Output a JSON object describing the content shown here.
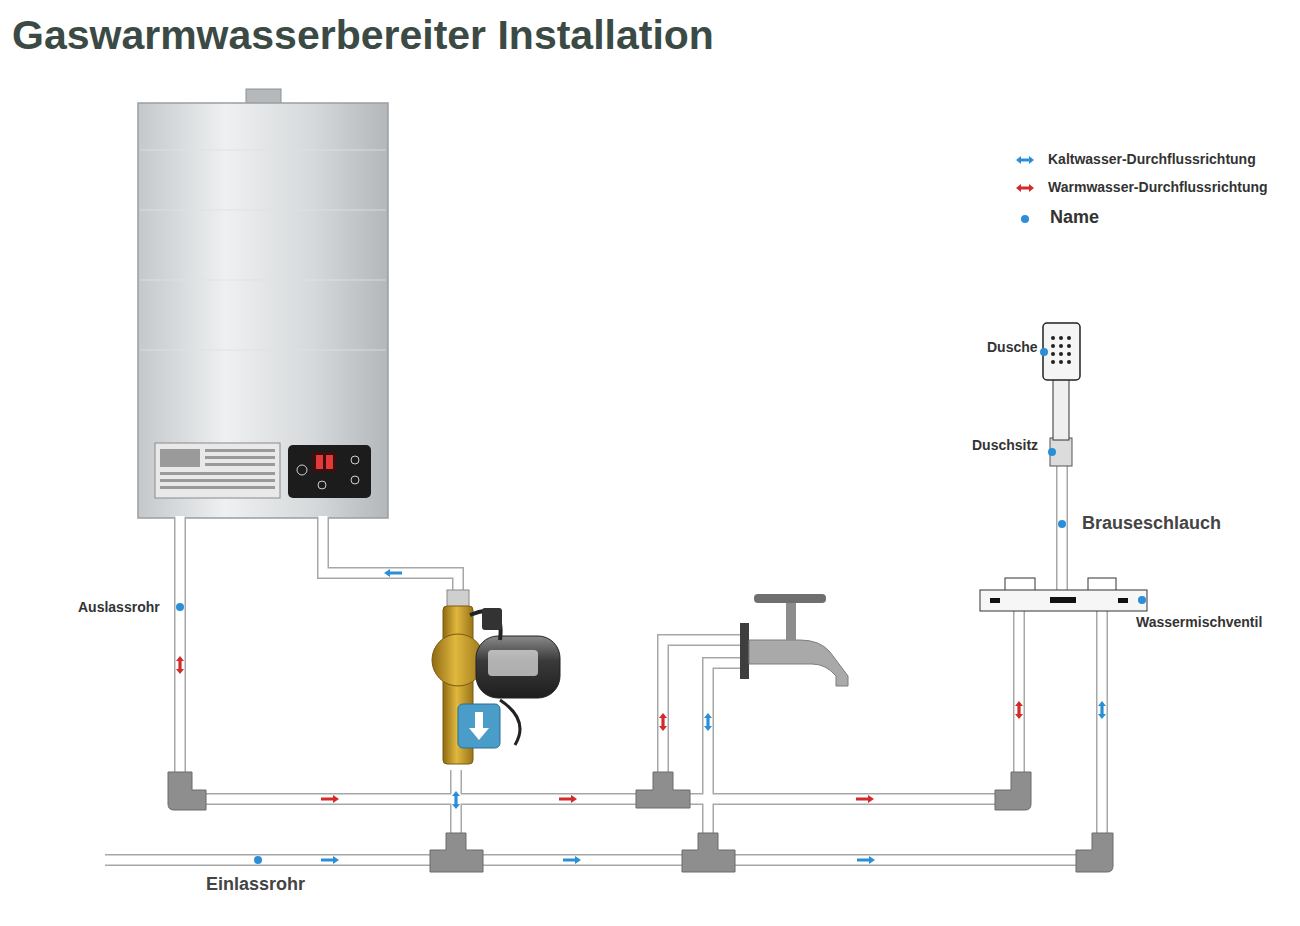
{
  "diagram": {
    "title": "Gaswarmwasserbereiter Installation",
    "labels": [
      "Dusche",
      "Duschsitz",
      "Brauseschlauch",
      "Auslassrohr",
      "Wassermischventil",
      "Einlassrohr"
    ],
    "legend": [
      {
        "text": "Kaltwasser-Durchflussrichtung",
        "color": "#2a8fd6"
      },
      {
        "text": "Warmwasser-Durchflussrichtung",
        "color": "#d42a2a"
      },
      {
        "text": "Name",
        "color": "#2a8fd6"
      }
    ]
  }
}
